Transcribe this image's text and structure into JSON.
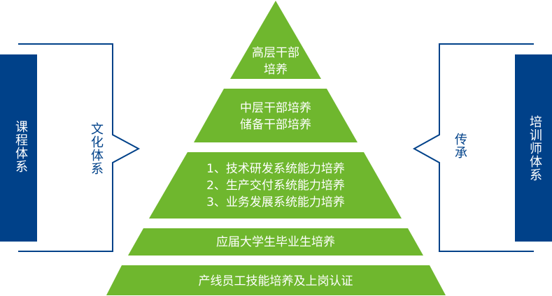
{
  "colors": {
    "green": "#6fb72e",
    "blue": "#004189"
  },
  "pyramid": {
    "level1": [
      "高层干部",
      "培养"
    ],
    "level2": [
      "中层干部培养",
      "储备干部培养"
    ],
    "level3": [
      "1、技术研发系统能力培养",
      "2、生产交付系统能力培养",
      "3、业务发展系统能力培养"
    ],
    "level4": "应届大学生毕业生培养",
    "level5": "产线员工技能培养及上岗认证"
  },
  "left": {
    "box_label": "课程体系",
    "bracket_label": "文化体系"
  },
  "right": {
    "box_label": "培训师体系",
    "bracket_label": "传承"
  }
}
